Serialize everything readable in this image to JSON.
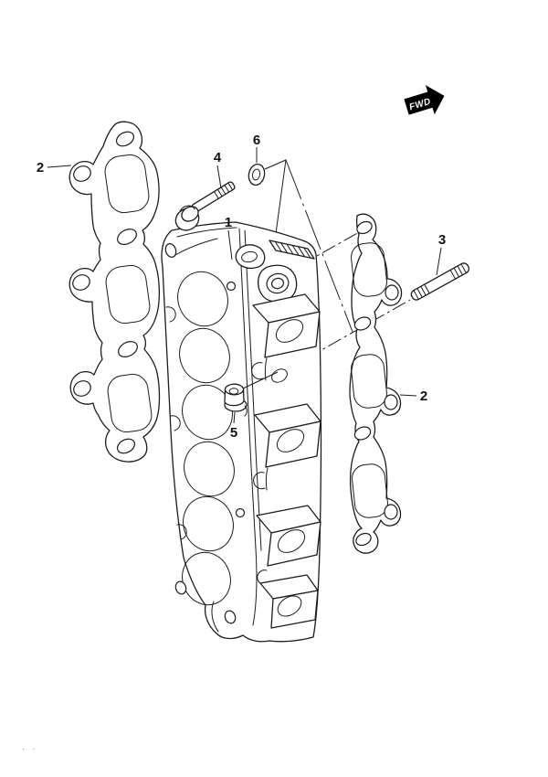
{
  "diagram": {
    "flag": {
      "label": "FWD"
    },
    "callouts": [
      {
        "ref": "1",
        "part": "intake-manifold"
      },
      {
        "ref": "2",
        "part": "gasket-left"
      },
      {
        "ref": "2",
        "part": "gasket-right"
      },
      {
        "ref": "3",
        "part": "stud-bolt"
      },
      {
        "ref": "4",
        "part": "flange-bolt"
      },
      {
        "ref": "5",
        "part": "flange-nut"
      },
      {
        "ref": "6",
        "part": "washer"
      }
    ],
    "footer_mark": "· ·",
    "colors": {
      "line": "#1c1c1c",
      "background": "#ffffff",
      "flag_fill": "#000000",
      "flag_text": "#ffffff"
    }
  }
}
